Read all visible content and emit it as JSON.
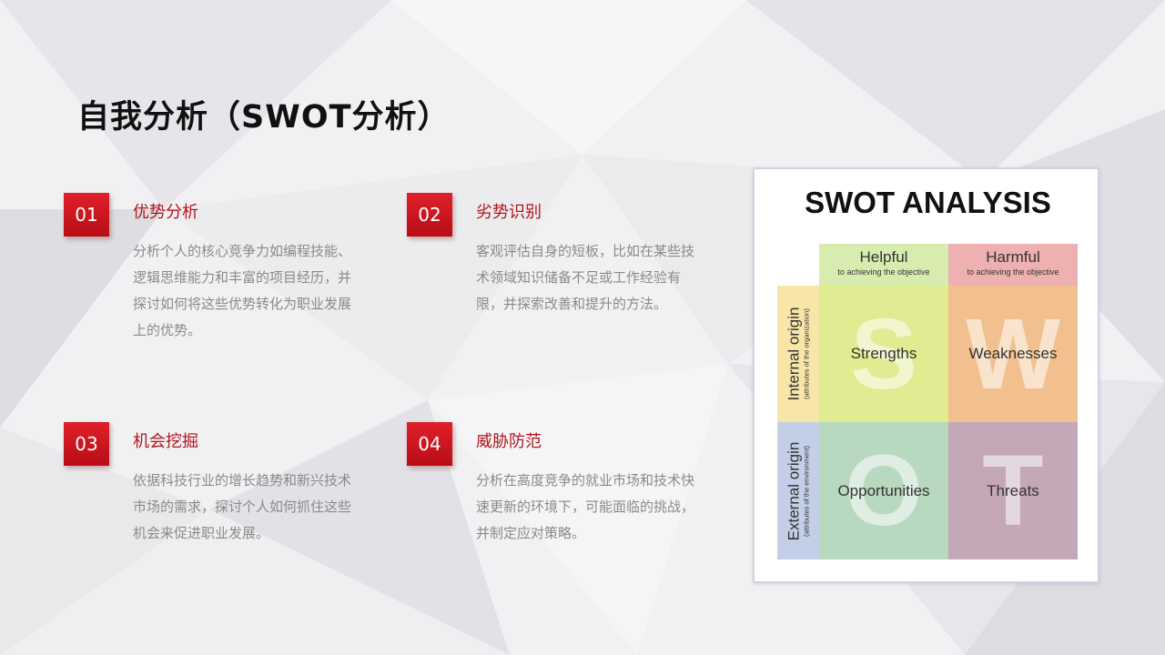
{
  "title": "自我分析（SWOT分析）",
  "items": [
    {
      "number": "01",
      "title": "优势分析",
      "body": "分析个人的核心竞争力如编程技能、逻辑思维能力和丰富的项目经历，并探讨如何将这些优势转化为职业发展上的优势。"
    },
    {
      "number": "02",
      "title": "劣势识别",
      "body": "客观评估自身的短板，比如在某些技术领域知识储备不足或工作经验有限，并探索改善和提升的方法。"
    },
    {
      "number": "03",
      "title": "机会挖掘",
      "body": "依据科技行业的增长趋势和新兴技术市场的需求，探讨个人如何抓住这些机会来促进职业发展。"
    },
    {
      "number": "04",
      "title": "威胁防范",
      "body": "分析在高度竞争的就业市场和技术快速更新的环境下，可能面临的挑战，并制定应对策略。"
    }
  ],
  "swot": {
    "heading": "SWOT ANALYSIS",
    "helpful": {
      "label": "Helpful",
      "sub": "to achieving the objective",
      "color": "#d8ecb0"
    },
    "harmful": {
      "label": "Harmful",
      "sub": "to achieving the objective",
      "color": "#eeb0b0"
    },
    "internal": {
      "label": "Internal origin",
      "sub": "(attributes of the organization)",
      "color": "#f8e6a8"
    },
    "external": {
      "label": "External origin",
      "sub": "(attributes of the environment)",
      "color": "#c2cfe6"
    },
    "cells": {
      "s": {
        "letter": "S",
        "label": "Strengths",
        "color": "#e1eb92"
      },
      "w": {
        "letter": "W",
        "label": "Weaknesses",
        "color": "#f2c08e"
      },
      "o": {
        "letter": "O",
        "label": "Opportunities",
        "color": "#b8d8c0"
      },
      "t": {
        "letter": "T",
        "label": "Threats",
        "color": "#c4a8b8"
      }
    }
  },
  "accent_color": "#c8141d"
}
